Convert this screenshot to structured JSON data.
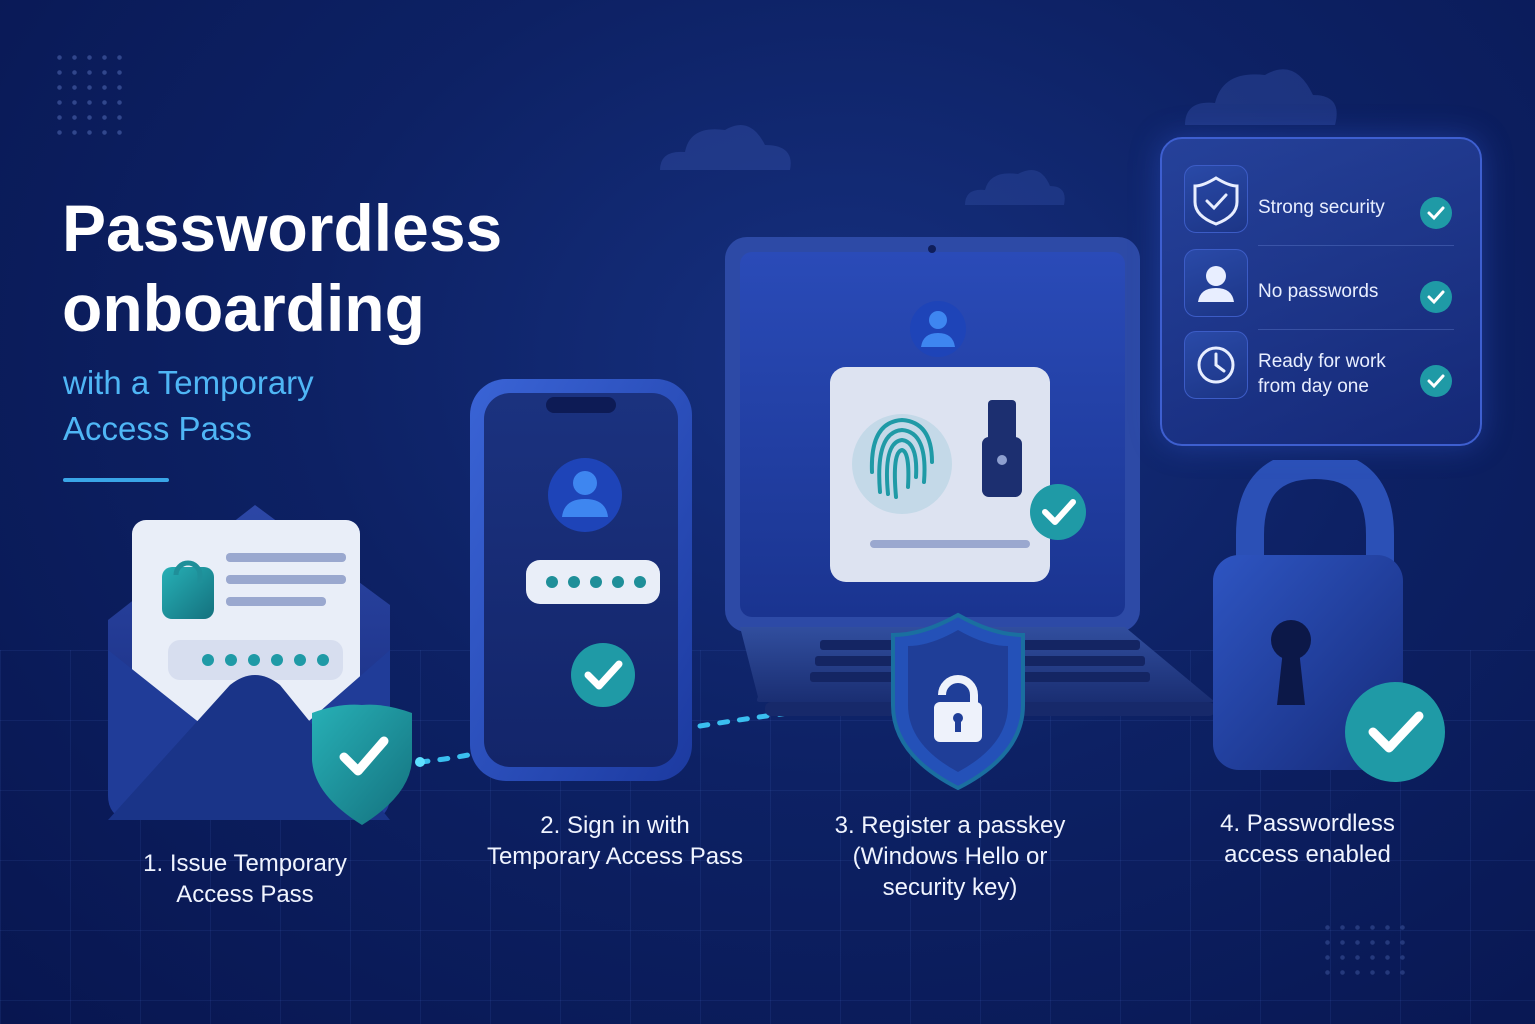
{
  "hero": {
    "title_line1": "Passwordless",
    "title_line2": "onboarding",
    "subtitle_line1": "with a Temporary",
    "subtitle_line2": "Access Pass"
  },
  "steps": [
    {
      "line1": "1. Issue Temporary",
      "line2": "Access Pass"
    },
    {
      "line1": "2. Sign in with",
      "line2": "Temporary Access Pass"
    },
    {
      "line1": "3. Register a passkey",
      "line2": "(Windows Hello or",
      "line3": "security key)"
    },
    {
      "line1": "4. Passwordless",
      "line2": "access enabled"
    }
  ],
  "benefits": [
    {
      "label": "Strong security",
      "icon": "shield-check-icon"
    },
    {
      "label": "No passwords",
      "icon": "user-icon"
    },
    {
      "label_line1": "Ready for work",
      "label_line2": "from day one",
      "icon": "clock-icon"
    }
  ],
  "colors": {
    "background": "#0d2164",
    "accent_teal": "#1f9aa6",
    "accent_blue": "#4fb6f5"
  }
}
